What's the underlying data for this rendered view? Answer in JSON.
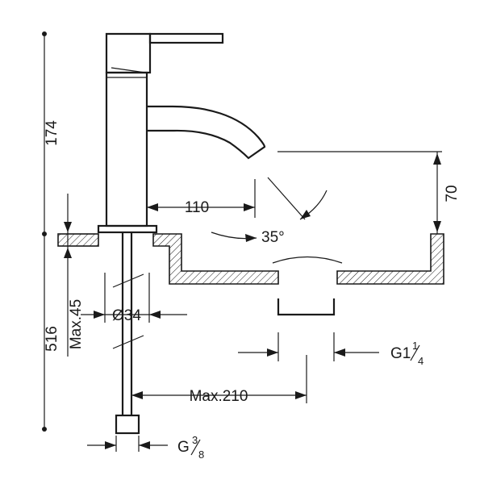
{
  "dimensions": {
    "height_total": "174",
    "install_height": "516",
    "max_deck": "Max.45",
    "reach": "110",
    "angle": "35°",
    "basin_height": "70",
    "hole_diameter": "Ø34",
    "max_hose": "Max.210",
    "waste_thread_main": "G1",
    "waste_thread_frac_num": "1",
    "waste_thread_frac_den": "4",
    "supply_thread_main": "G",
    "supply_thread_frac_num": "3",
    "supply_thread_frac_den": "8"
  }
}
